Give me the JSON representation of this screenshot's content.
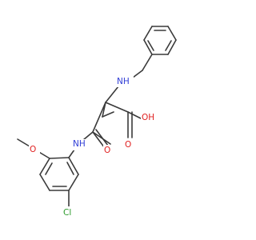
{
  "molecule": {
    "atoms": {
      "nh_amine": "NH",
      "oh": "OH",
      "o_carboxyl": "O",
      "o_amide": "O",
      "nh_amide": "NH",
      "o_ether": "O",
      "cl": "Cl"
    },
    "colors": {
      "bond": "#3a3a3a",
      "N": "#2f3cd6",
      "O": "#e02020",
      "Cl": "#2a9a2a"
    }
  }
}
